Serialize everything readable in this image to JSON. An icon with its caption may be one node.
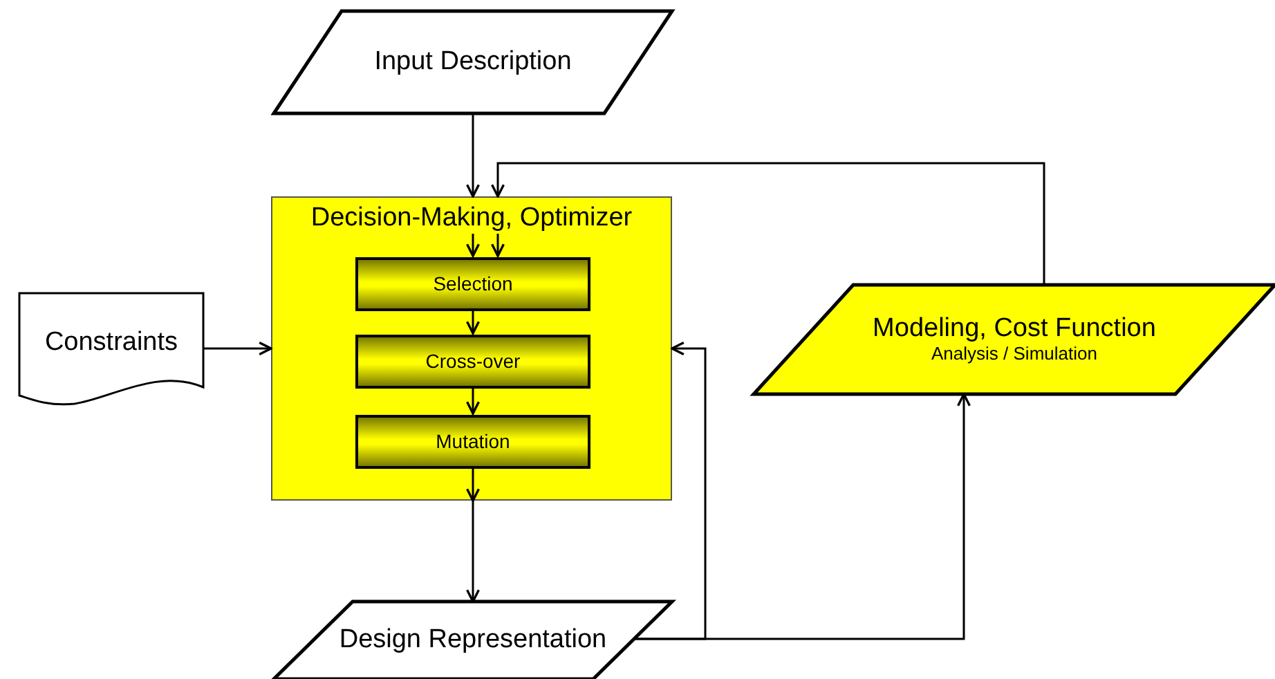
{
  "diagram": {
    "nodes": [
      {
        "text": [
          "Input Description"
        ]
      },
      {
        "text": [
          "Decision-Making, Optimizer"
        ]
      },
      {
        "text": [
          "Selection"
        ],
        "in": 1
      },
      {
        "text": [
          "Cross-over"
        ],
        "in": 1
      },
      {
        "text": [
          "Mutation"
        ],
        "in": 1
      },
      {
        "text": [
          "Constraints"
        ]
      },
      {
        "text": [
          "Modeling, Cost Function",
          "Analysis / Simulation"
        ]
      },
      {
        "text": [
          "Design Representation"
        ]
      }
    ],
    "edges": [
      {
        "from": 0,
        "to": 1,
        "arrow": "to"
      },
      {
        "from": 6,
        "to": 1,
        "arrow": "to"
      },
      {
        "from": null,
        "to": 2,
        "arrow": "to"
      },
      {
        "from": null,
        "to": 2,
        "arrow": "to"
      },
      {
        "from": 2,
        "to": 3,
        "arrow": "to"
      },
      {
        "from": 3,
        "to": 4,
        "arrow": "to"
      },
      {
        "from": 4,
        "to": null,
        "arrow": "to"
      },
      {
        "from": 1,
        "to": 7,
        "arrow": "to"
      },
      {
        "from": 5,
        "to": 1,
        "arrow": "to"
      },
      {
        "from": 7,
        "to": 1,
        "arrow": "to"
      },
      {
        "from": 7,
        "to": 6,
        "arrow": "to"
      }
    ]
  }
}
